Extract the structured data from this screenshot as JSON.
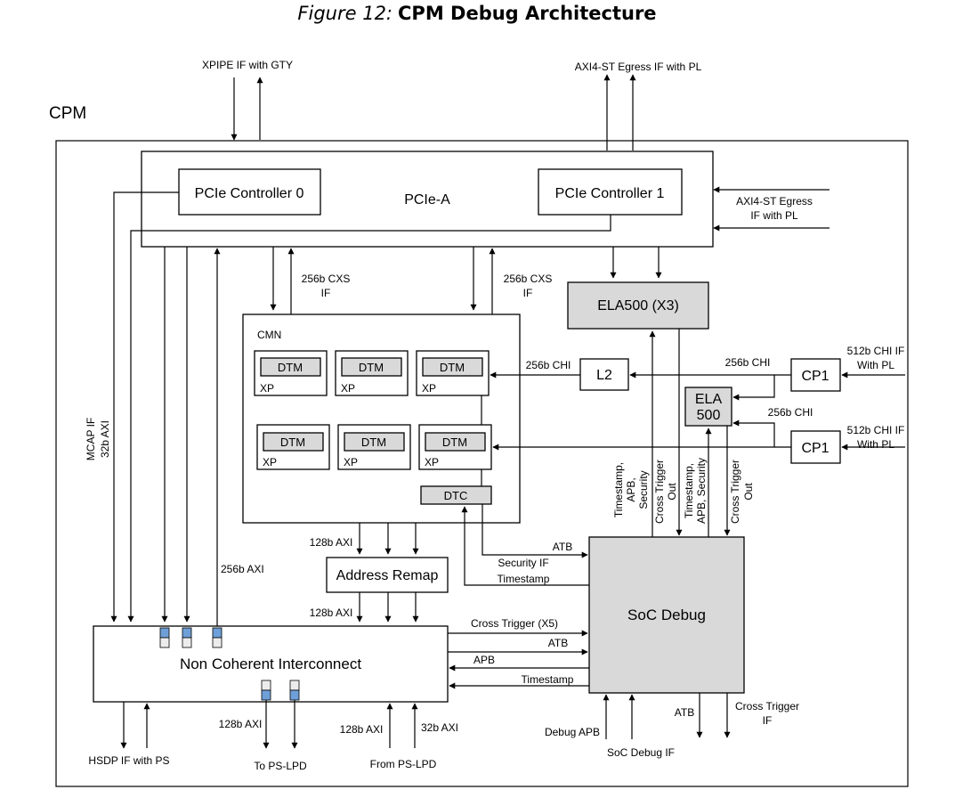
{
  "figure": {
    "prefix": "Figure 12:",
    "title": "CPM Debug Architecture"
  },
  "cpm_label": "CPM",
  "blocks": {
    "pcie_a": "PCIe-A",
    "pcie_controller_0": "PCIe Controller 0",
    "pcie_controller_1": "PCIe Controller 1",
    "ela500_x3": "ELA500 (X3)",
    "cmn": "CMN",
    "dtm": "DTM",
    "xp": "XP",
    "dtc": "DTC",
    "l2": "L2",
    "cp1": "CP1",
    "ela_line1": "ELA",
    "ela_line2": "500",
    "address_remap": "Address Remap",
    "soc_debug": "SoC Debug",
    "nci": "Non Coherent Interconnect"
  },
  "labels": {
    "xpipe_if": "XPIPE IF with GTY",
    "axi4_st_egress_top": "AXI4-ST Egress  IF with PL",
    "axi4_st_egress_right_1": "AXI4-ST Egress",
    "axi4_st_egress_right_2": "IF with PL",
    "cxs_256b_1": "256b CXS",
    "cxs_if_1": "IF",
    "cxs_256b_2": "256b CXS",
    "cxs_if_2": "IF",
    "chi_256b_l2": "256b CHI",
    "chi_256b_cp1": "256b CHI",
    "chi_256b_ela": "256b CHI",
    "chi_512b_top_1": "512b CHI IF",
    "chi_512b_top_2": "With PL",
    "chi_512b_bot_1": "512b CHI IF",
    "chi_512b_bot_2": "With PL",
    "mcap_if": "MCAP IF",
    "axi_32b_left": "32b AXI",
    "axi_256b": "256b AXI",
    "axi_128b_top": "128b AXI",
    "axi_128b_mid": "128b AXI",
    "axi_128b_bottom": "128b AXI",
    "axi_128b_from": "128b AXI",
    "axi_32b_bottom": "32b AXI",
    "atb_dtc": "ATB",
    "security_if": "Security IF",
    "timestamp_dtc": "Timestamp",
    "cross_trigger_x5": "Cross Trigger (X5)",
    "atb_nci": "ATB",
    "apb_nci": "APB",
    "timestamp_nci": "Timestamp",
    "v_timestamp_apb_security": [
      "Timestamp,",
      "APB,",
      "Security"
    ],
    "v_cross_trigger_out_1": [
      "Cross Trigger",
      "Out"
    ],
    "v_timestamp_apb_security_2": [
      "Timestamp,",
      "APB, Security"
    ],
    "v_cross_trigger_out_2": [
      "Cross Trigger",
      "Out"
    ],
    "hsdp_if": "HSDP IF with PS",
    "to_ps_lpd": "To PS-LPD",
    "from_ps_lpd": "From PS-LPD",
    "debug_apb": "Debug APB",
    "soc_debug_if": "SoC Debug IF",
    "atb_soc": "ATB",
    "cross_trigger_if_1": "Cross Trigger",
    "cross_trigger_if_2": "IF"
  },
  "colors": {
    "gray_fill": "#d9d9d9",
    "port_blue": "#6f9fd8",
    "port_white": "#ececec"
  }
}
